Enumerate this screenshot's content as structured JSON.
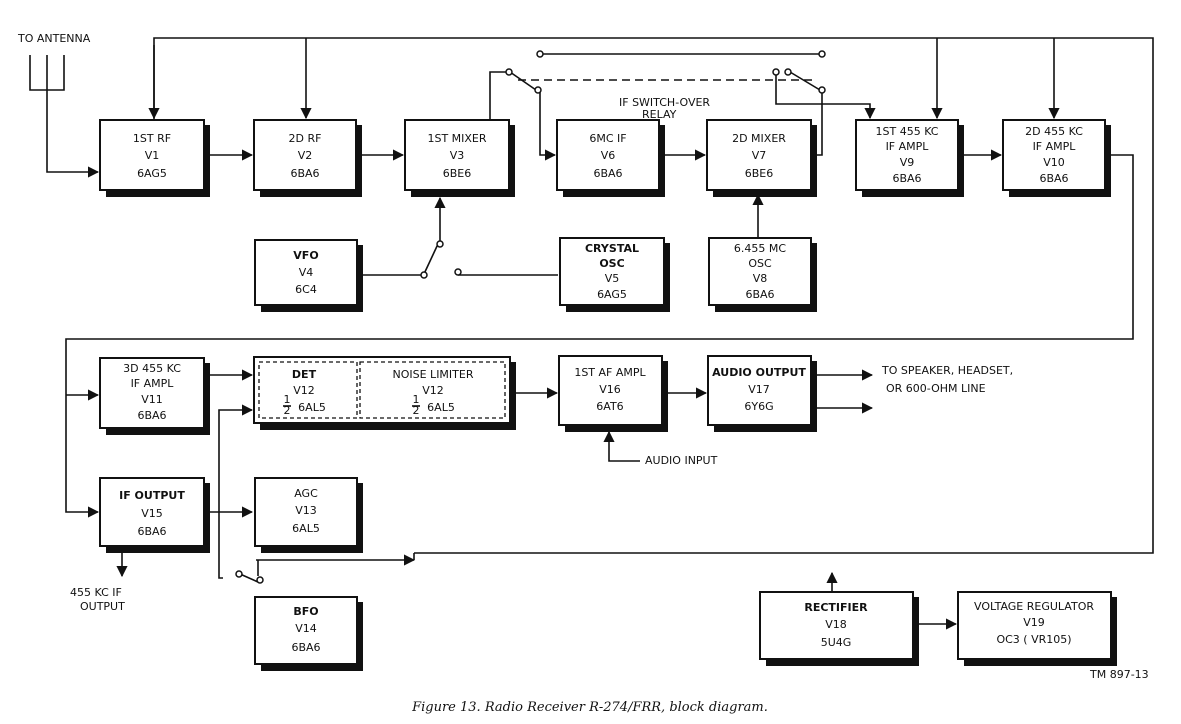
{
  "caption": "Figure 13. Radio Receiver R-274/FRR, block diagram.",
  "figure_id": "TM 897-13",
  "blocks": {
    "rf1": {
      "l1": "1ST RF",
      "l2": "V1",
      "l3": "6AG5"
    },
    "rf2": {
      "l1": "2D  RF",
      "l2": "V2",
      "l3": "6BA6"
    },
    "mix1": {
      "l1": "1ST  MIXER",
      "l2": "V3",
      "l3": "6BE6"
    },
    "if6": {
      "l1": "6MC  IF",
      "l2": "V6",
      "l3": "6BA6"
    },
    "mix2": {
      "l1": "2D  MIXER",
      "l2": "V7",
      "l3": "6BE6"
    },
    "if455a": {
      "l1": "1ST 455 KC",
      "l2": "IF AMPL",
      "l3": "V9",
      "l4": "6BA6"
    },
    "if455b": {
      "l1": "2D  455 KC",
      "l2": "IF AMPL",
      "l3": "V10",
      "l4": "6BA6"
    },
    "vfo": {
      "l1": "VFO",
      "l2": "V4",
      "l3": "6C4"
    },
    "xtal": {
      "l1": "CRYSTAL",
      "l2": "OSC",
      "l3": "V5",
      "l4": "6AG5"
    },
    "osc8": {
      "l1": "6.455 MC",
      "l2": "OSC",
      "l3": "V8",
      "l4": "6BA6"
    },
    "if455c": {
      "l1": "3D  455 KC",
      "l2": "IF AMPL",
      "l3": "V11",
      "l4": "6BA6"
    },
    "det": {
      "l1": "DET",
      "l2": "V12",
      "frac_num": "1",
      "frac_den": "2",
      "l3": "6AL5"
    },
    "nl": {
      "l1": "NOISE  LIMITER",
      "l2": "V12",
      "frac_num": "1",
      "frac_den": "2",
      "l3": "6AL5"
    },
    "af1": {
      "l1": "1ST AF AMPL",
      "l2": "V16",
      "l3": "6AT6"
    },
    "aout": {
      "l1": "AUDIO OUTPUT",
      "l2": "V17",
      "l3": "6Y6G"
    },
    "ifout": {
      "l1": "IF OUTPUT",
      "l2": "V15",
      "l3": "6BA6"
    },
    "agc": {
      "l1": "AGC",
      "l2": "V13",
      "l3": "6AL5"
    },
    "bfo": {
      "l1": "BFO",
      "l2": "V14",
      "l3": "6BA6"
    },
    "rect": {
      "l1": "RECTIFIER",
      "l2": "V18",
      "l3": "5U4G"
    },
    "vreg": {
      "l1": "VOLTAGE  REGULATOR",
      "l2": "V19",
      "l3": "OC3  ( VR105)"
    }
  },
  "labels": {
    "antenna": "TO ANTENNA",
    "relay_l1": "IF  SWITCH-OVER",
    "relay_l2": "RELAY",
    "speaker_l1": "TO  SPEAKER, HEADSET,",
    "speaker_l2": "OR  600-OHM  LINE",
    "audio_input": "AUDIO  INPUT",
    "if_output_l1": "455 KC  IF",
    "if_output_l2": "OUTPUT"
  }
}
